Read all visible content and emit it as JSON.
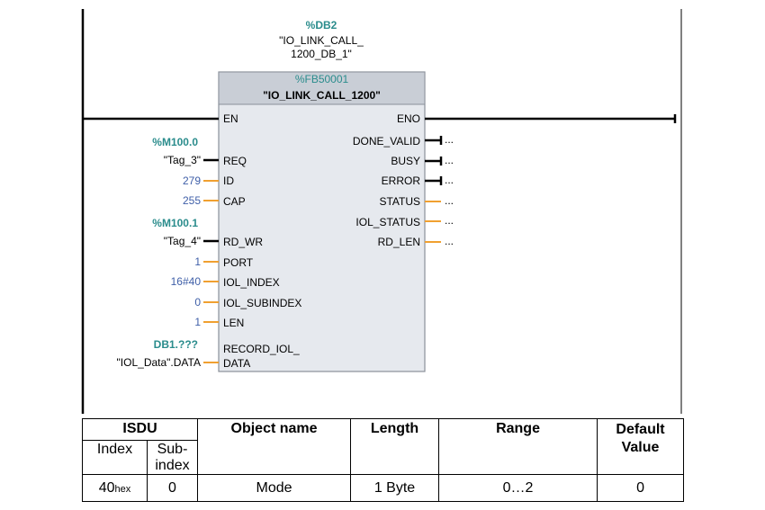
{
  "instance": {
    "address": "%DB2",
    "name_line1": "\"IO_LINK_CALL_",
    "name_line2": "1200_DB_1\""
  },
  "block": {
    "address": "%FB50001",
    "name": "\"IO_LINK_CALL_1200\""
  },
  "inputs": [
    {
      "pin": "EN",
      "value": "",
      "tag_address": ""
    },
    {
      "pin": "REQ",
      "value": "\"Tag_3\"",
      "tag_address": "%M100.0"
    },
    {
      "pin": "ID",
      "value": "279",
      "tag_address": ""
    },
    {
      "pin": "CAP",
      "value": "255",
      "tag_address": ""
    },
    {
      "pin": "RD_WR",
      "value": "\"Tag_4\"",
      "tag_address": "%M100.1"
    },
    {
      "pin": "PORT",
      "value": "1",
      "tag_address": ""
    },
    {
      "pin": "IOL_INDEX",
      "value": "16#40",
      "tag_address": ""
    },
    {
      "pin": "IOL_SUBINDEX",
      "value": "0",
      "tag_address": ""
    },
    {
      "pin": "LEN",
      "value": "1",
      "tag_address": ""
    },
    {
      "pin_line1": "RECORD_IOL_",
      "pin": "DATA",
      "value": "\"IOL_Data\".DATA",
      "tag_address": "DB1.???"
    }
  ],
  "outputs": [
    {
      "pin": "ENO",
      "value": ""
    },
    {
      "pin": "DONE_VALID",
      "value": "..."
    },
    {
      "pin": "BUSY",
      "value": "..."
    },
    {
      "pin": "ERROR",
      "value": "..."
    },
    {
      "pin": "STATUS",
      "value": "..."
    },
    {
      "pin": "IOL_STATUS",
      "value": "..."
    },
    {
      "pin": "RD_LEN",
      "value": "..."
    }
  ],
  "colors": {
    "address_teal": "#2a8c8c",
    "constant_blue": "#3f5fa8",
    "analog_wire_orange": "#f0a030",
    "bool_wire_black": "#000000",
    "block_fill": "#e6e9ee",
    "block_header": "#c9ced6"
  },
  "table": {
    "headers": {
      "isdu": "ISDU",
      "index": "Index",
      "subindex_1": "Sub-",
      "subindex_2": "index",
      "object_name": "Object name",
      "length": "Length",
      "range": "Range",
      "default_1": "Default",
      "default_2": "Value"
    },
    "row": {
      "index": "40",
      "index_suffix": "hex",
      "subindex": "0",
      "object_name": "Mode",
      "length": "1 Byte",
      "range": "0…2",
      "default": "0"
    }
  }
}
